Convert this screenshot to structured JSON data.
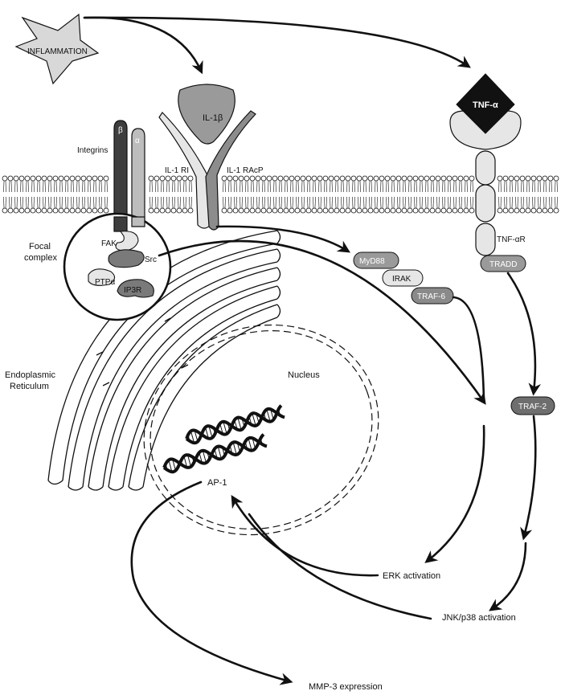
{
  "labels": {
    "inflammation": "INFLAMMATION",
    "tnf_alpha": "TNF-α",
    "il1_beta": "IL-1β",
    "il1_ri": "IL-1 RI",
    "il1_racp": "IL-1 RAcP",
    "integrins": "Integrins",
    "beta": "β",
    "alpha": "α",
    "focal_complex": [
      "Focal",
      "complex"
    ],
    "fak": "FAK",
    "src": "Src",
    "ptp_alpha": "PTPα",
    "ip3r": "IP3R",
    "myd88": "MyD88",
    "irak": "IRAK",
    "traf6": "TRAF-6",
    "tnf_alpha_r": "TNF-αR",
    "tradd": "TRADD",
    "traf2": "TRAF-2",
    "endoplasmic_reticulum": [
      "Endoplasmic",
      "Reticulum"
    ],
    "nucleus": "Nucleus",
    "ap1": "AP-1",
    "erk_activation": "ERK activation",
    "jnk_p38_activation": "JNK/p38 activation",
    "mmp3_expression": "MMP-3 expression"
  },
  "colors": {
    "dark_gray": "#5a5a5a",
    "mid_gray": "#9a9a9a",
    "light_gray": "#d8d8d8",
    "black": "#111111"
  }
}
